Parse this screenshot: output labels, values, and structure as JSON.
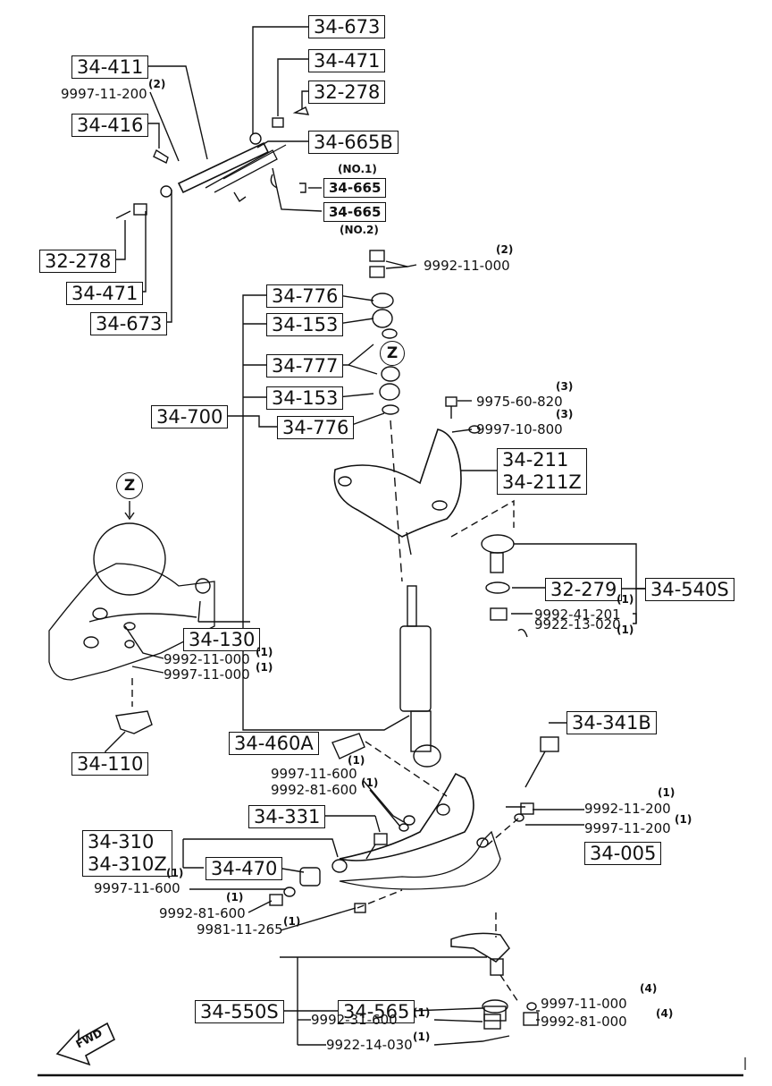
{
  "parts": {
    "p34_673_top": "34-673",
    "p34_471_top": "34-471",
    "p32_278_top": "32-278",
    "p34_411": "34-411",
    "p9997_11_200_top": "9997-11-200",
    "q9997_11_200_top": "(2)",
    "p34_416": "34-416",
    "p34_665B": "34-665B",
    "note_no1": "(NO.1)",
    "p34_665_no1": "34-665",
    "p34_665_no2": "34-665",
    "note_no2": "(NO.2)",
    "p32_278_left": "32-278",
    "p34_471_left": "34-471",
    "p34_673_left": "34-673",
    "p9992_11_000_top": "9992-11-000",
    "q9992_11_000_top": "(2)",
    "p34_776_a": "34-776",
    "p34_153_a": "34-153",
    "p34_777": "34-777",
    "p34_153_b": "34-153",
    "p34_776_b": "34-776",
    "p34_700": "34-700",
    "p9975_60_820": "9975-60-820",
    "q9975_60_820": "(3)",
    "p9997_10_800": "9997-10-800",
    "q9997_10_800": "(3)",
    "p34_211": "34-211",
    "p34_211Z": "34-211Z",
    "p32_279": "32-279",
    "p34_540S": "34-540S",
    "p9992_41_201": "9992-41-201",
    "q9992_41_201": "(1)",
    "p9922_13_020": "9922-13-020",
    "q9922_13_020": "(1)",
    "p34_130": "34-130",
    "p9992_11_000_mid": "9992-11-000",
    "q9992_11_000_mid": "(1)",
    "p9997_11_000_mid": "9997-11-000",
    "q9997_11_000_mid": "(1)",
    "p34_110": "34-110",
    "z_label_top": "Z",
    "z_label_left": "Z",
    "p34_341B": "34-341B",
    "p34_460A": "34-460A",
    "p9997_11_600_mid": "9997-11-600",
    "q9997_11_600_mid": "(1)",
    "p9992_81_600_mid": "9992-81-600",
    "q9992_81_600_mid": "(1)",
    "p34_331": "34-331",
    "p9992_11_200_r": "9992-11-200",
    "q9992_11_200_r": "(1)",
    "p9997_11_200_r": "9997-11-200",
    "q9997_11_200_r": "(1)",
    "p34_310": "34-310",
    "p34_310Z": "34-310Z",
    "p34_470": "34-470",
    "p34_005": "34-005",
    "p9997_11_600_low": "9997-11-600",
    "q9997_11_600_low": "(1)",
    "p9992_81_600_low": "9992-81-600",
    "q9992_81_600_low": "(1)",
    "p9981_11_265": "9981-11-265",
    "q9981_11_265": "(1)",
    "p34_550S": "34-550S",
    "p34_565": "34-565",
    "p9992_31_600": "9992-31-600",
    "q9992_31_600": "(1)",
    "p9922_14_030": "9922-14-030",
    "q9922_14_030": "(1)",
    "p9997_11_000_low": "9997-11-000",
    "q9997_11_000_low": "(4)",
    "p9992_81_000_low": "9992-81-000",
    "q9992_81_000_low": "(4)",
    "fwd": "FWD"
  }
}
